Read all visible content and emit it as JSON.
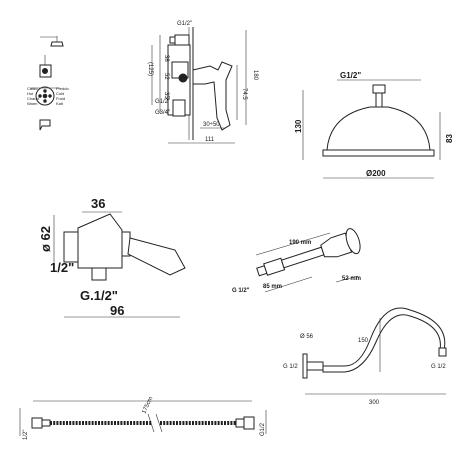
{
  "valve": {
    "legend": [
      "Caldo",
      "Hot",
      "Chaud",
      "Warm"
    ],
    "legend_right": [
      "Freddo",
      "Cold",
      "Froid",
      "Kalt"
    ],
    "dims": {
      "g12_top": "G1/2\"",
      "g12_mid": "G1/2\"",
      "g34": "G3/4\"",
      "v38": "38",
      "v52": "52",
      "v35": "35",
      "v125": "(125)",
      "v180": "180",
      "v745": "74.5",
      "h3050": "30÷50",
      "h111": "111"
    }
  },
  "head": {
    "g12": "G1/2\"",
    "h130": "130",
    "h83": "83",
    "d200": "Ø200"
  },
  "elbow": {
    "d36": "36",
    "d62": "ø 62",
    "t12": "1/2\"",
    "g12": "G.1/2\"",
    "d96": "96"
  },
  "hand": {
    "d190": "190 mm",
    "d85": "85 mm",
    "d52": "52 mm",
    "g12": "G 1/2\""
  },
  "arm": {
    "d56": "Ø 56",
    "h150": "150",
    "g_left": "G 1/2",
    "g_right": "G 1/2",
    "w300": "300"
  },
  "hose": {
    "len": "175cm",
    "g_left": "1/2\"",
    "g_right": "G1/2"
  }
}
